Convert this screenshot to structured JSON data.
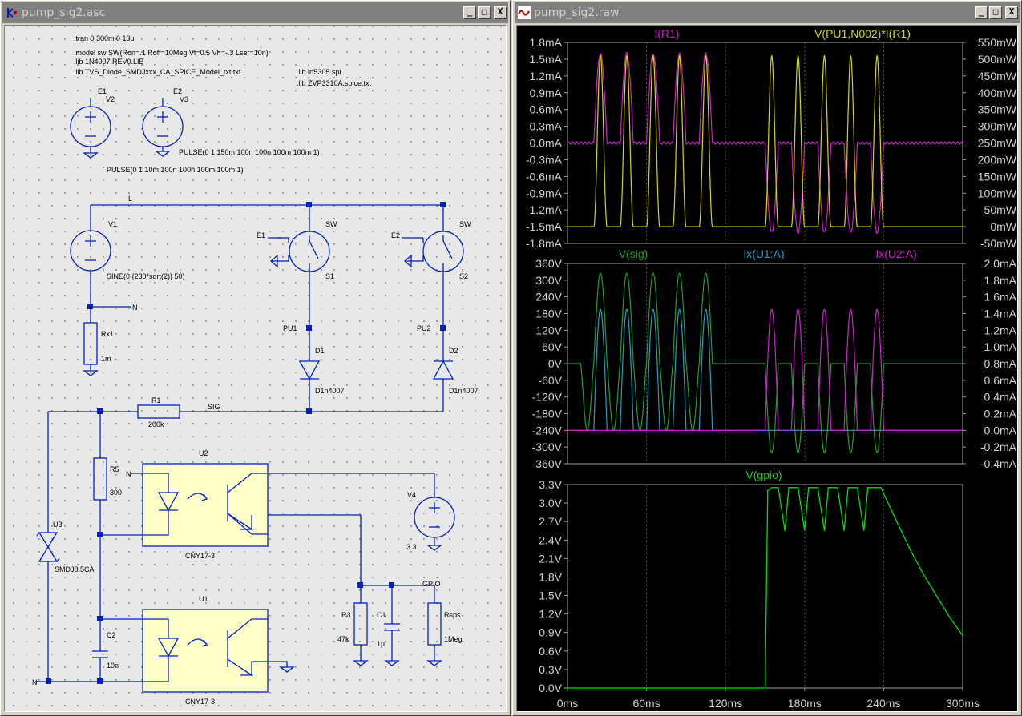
{
  "schematic_window": {
    "title": "pump_sig2.asc",
    "buttons": {
      "minimize": "_",
      "maximize": "□",
      "close": "X"
    },
    "directives": [
      ".tran 0 300m 0 10u",
      ".model sw SW(Ron=.1 Roff=10Meg Vt=0.5 Vh=-.3 Lser=10n)",
      ".lib 1N4007.REV0.LIB",
      ".lib TVS_Diode_SMDJxxx_CA_SPICE_Model_txt.txt",
      ".lib irf5305.spi",
      ".lib ZVP3310A.spice.txt"
    ],
    "components": {
      "v2": {
        "ref": "V2",
        "net": "E1",
        "value": "PULSE(0 1 10m 100n 100n 100m 100m 1)"
      },
      "v3": {
        "ref": "V3",
        "net": "E2",
        "value": "PULSE(0 1 150m 100n 100n 100m 100m 1)"
      },
      "v1": {
        "ref": "V1",
        "value": "SINE(0 {230*sqrt(2)} 50)"
      },
      "rx1": {
        "ref": "Rx1",
        "value": "1m"
      },
      "s1": {
        "ref": "S1",
        "model": "SW",
        "ctrl": "E1"
      },
      "s2": {
        "ref": "S2",
        "model": "SW",
        "ctrl": "E2"
      },
      "d1": {
        "ref": "D1",
        "value": "D1n4007"
      },
      "d2": {
        "ref": "D2",
        "value": "D1n4007"
      },
      "r1": {
        "ref": "R1",
        "value": "200k"
      },
      "r5": {
        "ref": "R5",
        "value": "300"
      },
      "u2": {
        "ref": "U2",
        "value": "CNY17-3"
      },
      "u1": {
        "ref": "U1",
        "value": "CNY17-3"
      },
      "u3": {
        "ref": "U3",
        "value": "SMDJ8.5CA"
      },
      "v4": {
        "ref": "V4",
        "value": "3.3"
      },
      "r3": {
        "ref": "R3",
        "value": "47k"
      },
      "c1": {
        "ref": "C1",
        "value": "1µ"
      },
      "rsps": {
        "ref": "Rsps",
        "value": "1Meg."
      },
      "c2": {
        "ref": "C2",
        "value": "10n"
      }
    },
    "nets": {
      "l": "L",
      "n": "N",
      "pu1": "PU1",
      "pu2": "PU2",
      "sig": "SIG",
      "gpio": "GPIO"
    }
  },
  "waveform_window": {
    "title": "pump_sig2.raw",
    "buttons": {
      "minimize": "_",
      "maximize": "□",
      "close": "X"
    },
    "colors": {
      "magenta": "#d020d0",
      "yellow": "#d8d800",
      "green": "#20a020",
      "cyan": "#20a0c0",
      "bright_green": "#00e000",
      "grid": "#606060"
    },
    "x_ticks": [
      "0ms",
      "60ms",
      "120ms",
      "180ms",
      "240ms",
      "300ms"
    ]
  },
  "chart_data": [
    {
      "type": "line",
      "series": [
        {
          "name": "I(R1)",
          "color": "#d020d0"
        },
        {
          "name": "V(PU1,N002)*I(R1)",
          "color": "#d8d800"
        }
      ],
      "x_range": [
        0,
        300
      ],
      "left_axis": {
        "ticks": [
          "1.8mA",
          "1.5mA",
          "1.2mA",
          "0.9mA",
          "0.6mA",
          "0.3mA",
          "0.0mA",
          "-0.3mA",
          "-0.6mA",
          "-0.9mA",
          "-1.2mA",
          "-1.5mA",
          "-1.8mA"
        ],
        "range": [
          -1.8,
          1.8
        ]
      },
      "right_axis": {
        "ticks": [
          "550mW",
          "500mW",
          "450mW",
          "400mW",
          "350mW",
          "300mW",
          "250mW",
          "200mW",
          "150mW",
          "100mW",
          "50mW",
          "0mW",
          "-50mW"
        ],
        "range": [
          -50,
          550
        ]
      },
      "notes": "I(R1) ±1.6mA half-wave pulses at 50Hz; power ~480-520mW peaks"
    },
    {
      "type": "line",
      "series": [
        {
          "name": "V(sig)",
          "color": "#20a020"
        },
        {
          "name": "Ix(U1:A)",
          "color": "#20a0c0"
        },
        {
          "name": "Ix(U2:A)",
          "color": "#d020d0"
        }
      ],
      "x_range": [
        0,
        300
      ],
      "left_axis": {
        "ticks": [
          "360V",
          "300V",
          "240V",
          "180V",
          "120V",
          "60V",
          "0V",
          "-60V",
          "-120V",
          "-180V",
          "-240V",
          "-300V",
          "-360V"
        ],
        "range": [
          -360,
          360
        ]
      },
      "right_axis": {
        "ticks": [
          "2.0mA",
          "1.8mA",
          "1.6mA",
          "1.4mA",
          "1.2mA",
          "1.0mA",
          "0.8mA",
          "0.6mA",
          "0.4mA",
          "0.2mA",
          "0.0mA",
          "-0.2mA",
          "-0.4mA"
        ],
        "range": [
          -0.4,
          2.0
        ]
      }
    },
    {
      "type": "line",
      "series": [
        {
          "name": "V(gpio)",
          "color": "#00e000"
        }
      ],
      "x_range": [
        0,
        300
      ],
      "y_axis": {
        "ticks": [
          "3.3V",
          "3.0V",
          "2.7V",
          "2.4V",
          "2.1V",
          "1.8V",
          "1.5V",
          "1.2V",
          "0.9V",
          "0.6V",
          "0.3V",
          "0.0V"
        ],
        "range": [
          0,
          3.3
        ]
      },
      "points": [
        [
          0,
          0
        ],
        [
          150,
          0
        ],
        [
          152,
          3.2
        ],
        [
          155,
          3.25
        ],
        [
          160,
          3.25
        ],
        [
          165,
          2.55
        ],
        [
          168,
          3.25
        ],
        [
          175,
          3.25
        ],
        [
          180,
          2.55
        ],
        [
          183,
          3.25
        ],
        [
          190,
          3.25
        ],
        [
          195,
          2.55
        ],
        [
          198,
          3.25
        ],
        [
          205,
          3.25
        ],
        [
          210,
          2.55
        ],
        [
          213,
          3.25
        ],
        [
          220,
          3.25
        ],
        [
          225,
          2.55
        ],
        [
          228,
          3.25
        ],
        [
          238,
          3.25
        ],
        [
          240,
          3.15
        ],
        [
          250,
          2.7
        ],
        [
          260,
          2.25
        ],
        [
          270,
          1.85
        ],
        [
          280,
          1.5
        ],
        [
          290,
          1.15
        ],
        [
          300,
          0.85
        ]
      ]
    }
  ]
}
